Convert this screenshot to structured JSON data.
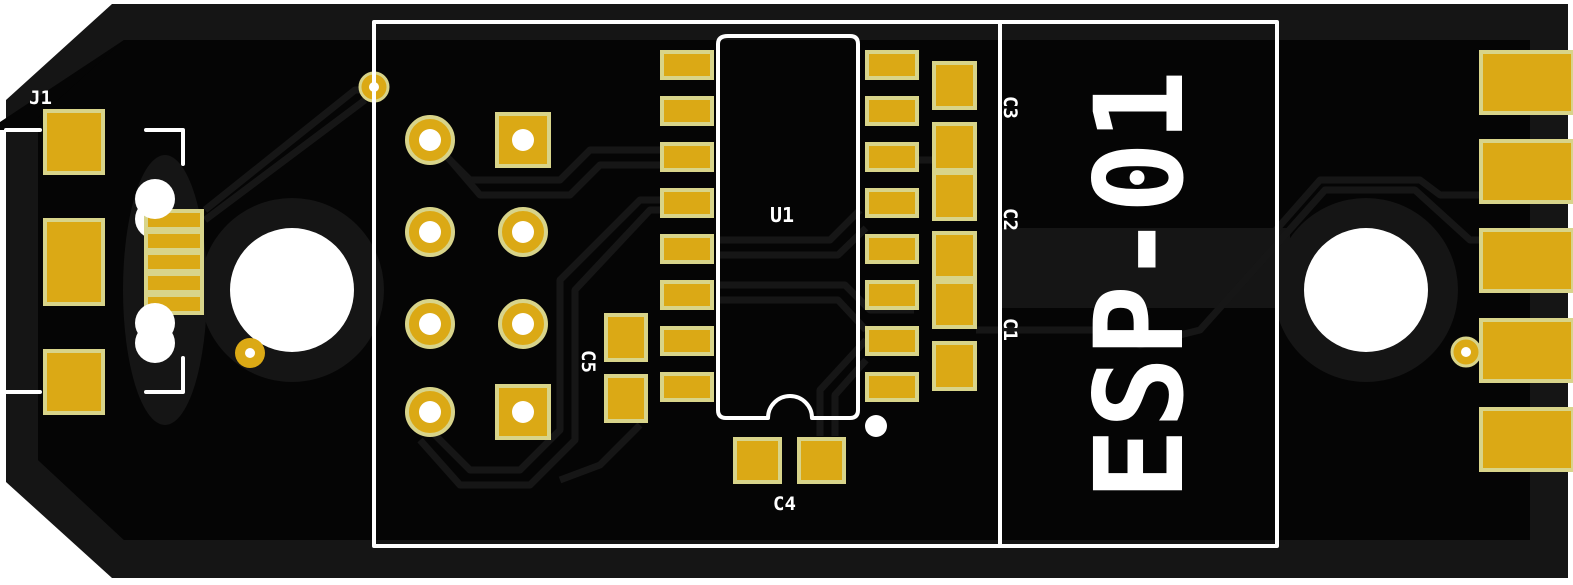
{
  "board": {
    "colors": {
      "edge": "#151515",
      "copper_pour": "#050505",
      "pad": "#dba915",
      "pad_outline": "#d8d48a",
      "silkscreen": "#ffffff",
      "background": "#ffffff"
    }
  },
  "labels": {
    "j1": "J1",
    "u1": "U1",
    "c1": "C1",
    "c2": "C2",
    "c3": "C3",
    "c4": "C4",
    "c5": "C5",
    "module": "ESP-01"
  }
}
